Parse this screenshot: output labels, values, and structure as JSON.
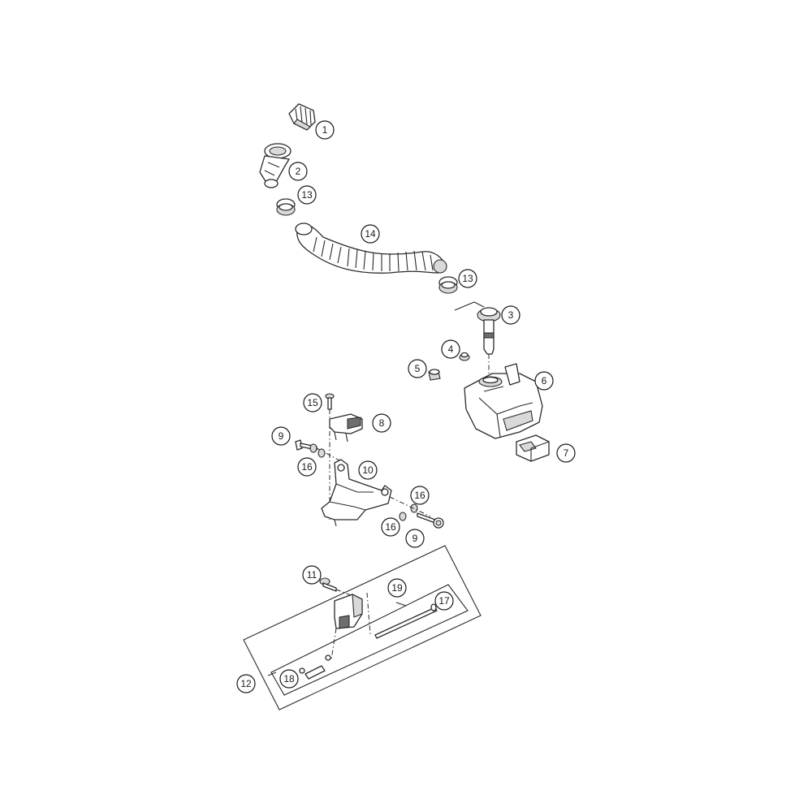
{
  "callouts": [
    {
      "id": "c1",
      "label": "1"
    },
    {
      "id": "c2",
      "label": "2"
    },
    {
      "id": "c13a",
      "label": "13"
    },
    {
      "id": "c14",
      "label": "14"
    },
    {
      "id": "c13b",
      "label": "13"
    },
    {
      "id": "c3",
      "label": "3"
    },
    {
      "id": "c4",
      "label": "4"
    },
    {
      "id": "c5",
      "label": "5"
    },
    {
      "id": "c6",
      "label": "6"
    },
    {
      "id": "c15",
      "label": "15"
    },
    {
      "id": "c8",
      "label": "8"
    },
    {
      "id": "c9a",
      "label": "9"
    },
    {
      "id": "c7",
      "label": "7"
    },
    {
      "id": "c16a",
      "label": "16"
    },
    {
      "id": "c10",
      "label": "10"
    },
    {
      "id": "c16b",
      "label": "16"
    },
    {
      "id": "c16c",
      "label": "16"
    },
    {
      "id": "c9b",
      "label": "9"
    },
    {
      "id": "c11",
      "label": "11"
    },
    {
      "id": "c19",
      "label": "19"
    },
    {
      "id": "c17",
      "label": "17"
    },
    {
      "id": "c18",
      "label": "18"
    },
    {
      "id": "c12",
      "label": "12"
    }
  ]
}
